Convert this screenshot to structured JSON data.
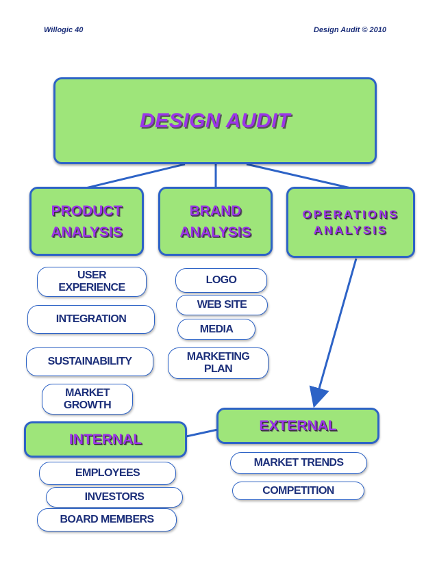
{
  "header": {
    "left": "Willogic 40",
    "right": "Design Audit © 2010"
  },
  "root": {
    "label": "DESIGN AUDIT"
  },
  "categories": {
    "product": {
      "label": "PRODUCT\nANALYSIS"
    },
    "brand": {
      "label": "BRAND\nANALYSIS"
    },
    "operations": {
      "label": "OPERATIONS\nANALYSIS"
    }
  },
  "product_items": [
    "USER\nEXPERIENCE",
    "INTEGRATION",
    "SUSTAINABILITY",
    "MARKET\nGROWTH"
  ],
  "brand_items": [
    "LOGO",
    "WEB SITE",
    "MEDIA",
    "MARKETING\nPLAN"
  ],
  "external": {
    "label": "EXTERNAL",
    "items": [
      "MARKET TRENDS",
      "COMPETITION"
    ]
  },
  "internal": {
    "label": "INTERNAL",
    "items": [
      "EMPLOYEES",
      "INVESTORS",
      "BOARD MEMBERS"
    ]
  },
  "colors": {
    "box_fill": "#9ee57a",
    "box_border": "#2d63c6",
    "title_text": "#9b35e8",
    "pill_text": "#1c2f7a",
    "connector": "#2d63c6"
  }
}
